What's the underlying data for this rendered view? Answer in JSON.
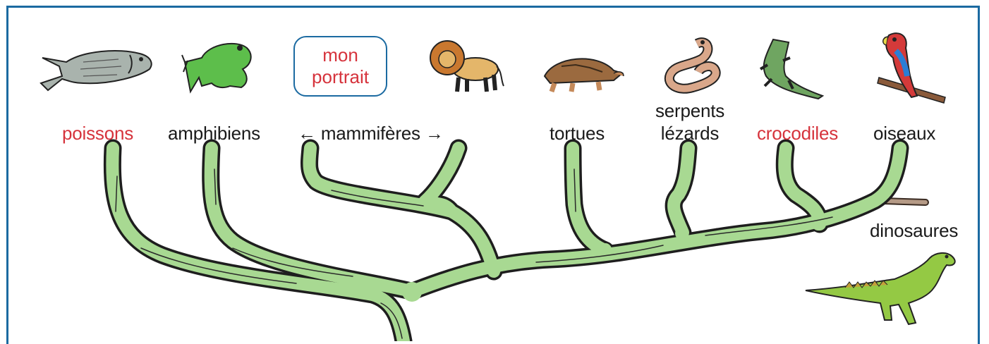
{
  "labels": {
    "poissons": "poissons",
    "amphibiens": "amphibiens",
    "mammiferes": "← mammifères →",
    "tortues": "tortues",
    "serpents": "serpents",
    "lezards": "lézards",
    "crocodiles": "crocodiles",
    "oiseaux": "oiseaux",
    "dinosaures": "dinosaures"
  },
  "portrait": {
    "line1": "mon",
    "line2": "portrait"
  },
  "colors": {
    "frame": "#1b6aa1",
    "highlight_text": "#d6333c",
    "branch_fill": "#a8d992",
    "branch_outline": "#1e1e1e",
    "extinct_branch": "#b59a86"
  },
  "icons": [
    "fish-icon",
    "frog-icon",
    "lion-icon",
    "turtle-icon",
    "snake-icon",
    "crocodile-icon",
    "parrot-icon",
    "dinosaur-icon"
  ]
}
